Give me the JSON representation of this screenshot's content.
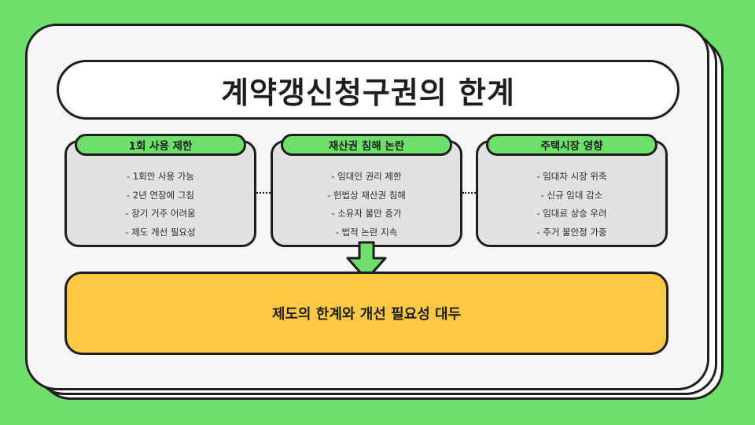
{
  "title": "계약갱신청구권의 한계",
  "boxes": [
    {
      "label": "1회 사용 제한",
      "items": [
        "- 1회만 사용 가능",
        "- 2년 연장에 그침",
        "- 장기 거주 어려움",
        "- 제도 개선 필요성"
      ]
    },
    {
      "label": "재산권 침해 논란",
      "items": [
        "- 임대인 권리 제한",
        "- 헌법상 재산권 침해",
        "- 소유자 불만 증가",
        "- 법적 논란 지속"
      ]
    },
    {
      "label": "주택시장 영향",
      "items": [
        "- 임대차 시장 위축",
        "- 신규 임대 감소",
        "- 임대료 상승 우려",
        "- 주거 불안정 가중"
      ]
    }
  ],
  "conclusion": "제도의 한계와 개선 필요성 대두",
  "colors": {
    "background": "#6ddf6a",
    "tag": "#6ddf6a",
    "conclusion": "#fdc843",
    "box": "#e2e2e2",
    "card": "#f6f6f6"
  }
}
